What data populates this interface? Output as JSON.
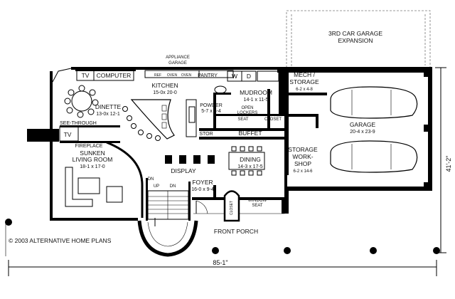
{
  "copyright": "© 2003 ALTERNATIVE HOME PLANS",
  "rooms": {
    "garage_expansion": {
      "name": "3RD CAR GARAGE",
      "name2": "EXPANSION"
    },
    "appliance_garage": {
      "name": "APPLIANCE",
      "name2": "GARAGE"
    },
    "tv_top": "TV",
    "computer": "COMPUTER",
    "pantry": "PANTRY",
    "washer": "W",
    "dryer": "D",
    "mech": {
      "name": "MECH /",
      "name2": "STORAGE",
      "size": "6-2 x 4-8"
    },
    "kitchen": {
      "name": "KITCHEN",
      "size": "15-0x 20-0"
    },
    "dinette": {
      "name": "DINETTE",
      "size": "13-0x 12-1"
    },
    "mudroom": {
      "name": "MUDROOM",
      "size": "14-1 x 11-5"
    },
    "powder": {
      "name": "POWDER",
      "size": "5-7 x 5-4"
    },
    "open_lockers": {
      "name": "OPEN",
      "name2": "LOCKERS"
    },
    "seat": "SEAT",
    "closet_mud": "CLOSET",
    "garage": {
      "name": "GARAGE",
      "size": "20-4 x 23-9"
    },
    "see_through": "SEE-THROUGH",
    "tv_side": "TV",
    "fireplace": "FIREPLACE",
    "stor": "STOR",
    "buffet": "BUFFET",
    "living": {
      "name": "SUNKEN",
      "name2": "LIVING ROOM",
      "size": "18-1 x 17-0"
    },
    "storage_workshop": {
      "name": "STORAGE",
      "name2": "WORK-",
      "name3": "SHOP",
      "size": "6-2 x 14-6"
    },
    "dining": {
      "name": "DINING",
      "size": "14-3 x 17-5"
    },
    "display": "DISPLAY",
    "dn_left": "DN",
    "up": "UP",
    "dn_stair": "DN",
    "foyer": {
      "name": "FOYER",
      "size": "16-0 x 9-4"
    },
    "closet_foyer": "CLOSET",
    "window_seat": {
      "name": "WINDOW",
      "name2": "SEAT"
    },
    "front_porch": "FRONT PORCH",
    "appliance_labels": [
      "REF",
      "OVEN",
      "OVEN"
    ]
  },
  "dimensions": {
    "width": "85-1\"",
    "depth": "41'-2\""
  }
}
